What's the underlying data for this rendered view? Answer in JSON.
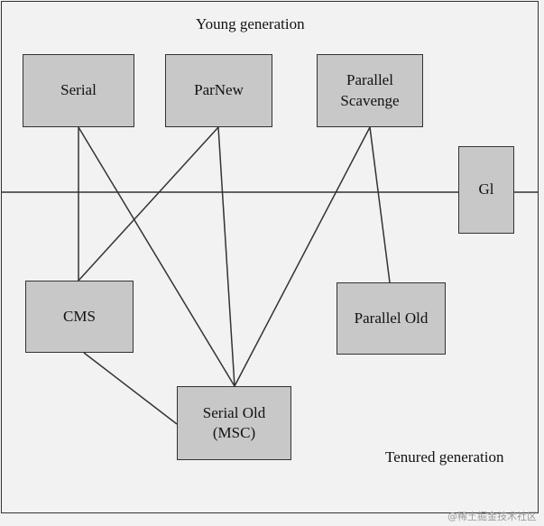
{
  "diagram": {
    "regions": {
      "young_label": "Young generation",
      "tenured_label": "Tenured generation"
    },
    "collectors": {
      "serial": "Serial",
      "parnew": "ParNew",
      "parallel_scavenge": "Parallel\nScavenge",
      "g1": "Gl",
      "cms": "CMS",
      "parallel_old": "Parallel Old",
      "serial_old": "Serial Old\n(MSC)"
    },
    "connections": [
      [
        "serial",
        "cms"
      ],
      [
        "serial",
        "serial_old"
      ],
      [
        "parnew",
        "cms"
      ],
      [
        "parnew",
        "serial_old"
      ],
      [
        "parallel_scavenge",
        "serial_old"
      ],
      [
        "parallel_scavenge",
        "parallel_old"
      ],
      [
        "cms",
        "serial_old"
      ]
    ]
  },
  "watermark": "@稀土掘金技术社区"
}
